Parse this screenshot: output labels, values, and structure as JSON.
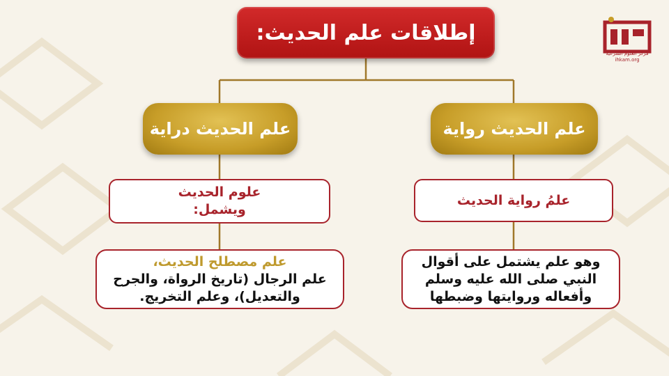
{
  "title": "إطلاقات علم الحديث:",
  "logo": {
    "subtitle": "مركز العلوم الشرعية",
    "subline": "ihkam.org"
  },
  "branches": {
    "riwaya": {
      "label": "علم الحديث رواية",
      "definition": "علمُ رواية الحديث",
      "details": [
        "وهو علم يشتمل على أقوال",
        "النبي صلى الله عليه وسلم",
        "وأفعاله وروايتها وضبطها"
      ]
    },
    "diraya": {
      "label": "علم الحديث دراية",
      "definition": [
        "علوم الحديث",
        "ويشمل:"
      ],
      "details": [
        "علم مصطلح الحديث،",
        "علم الرجال (تاريخ الرواة، والجرح",
        "والتعديل)، وعلم التخريج."
      ]
    }
  },
  "colors": {
    "title_red": "#c01c1c",
    "gold": "#c79d28",
    "border_red": "#a8232b",
    "connector": "#a0782a"
  }
}
